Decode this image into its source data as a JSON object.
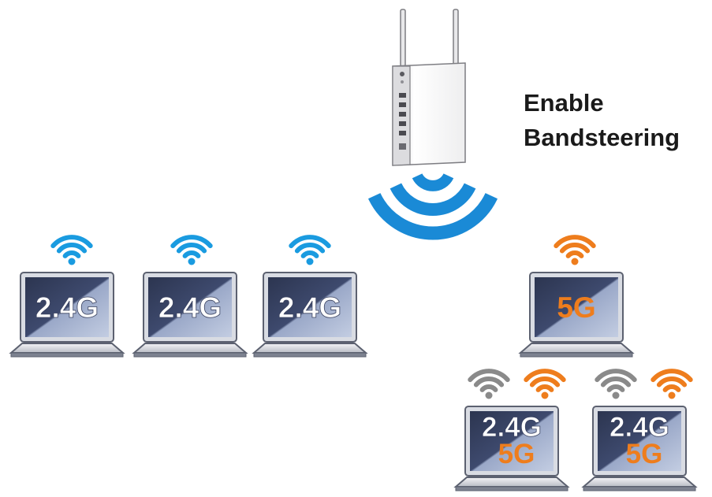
{
  "caption": {
    "line1": "Enable",
    "line2": "Bandsteering"
  },
  "colors": {
    "wifi_24": "#1a9be0",
    "wifi_5g": "#ee7d1d",
    "wifi_inactive": "#8a8a8a",
    "router_signal": "#1a8ad6",
    "label_white": "#ffffff",
    "label_5g": "#ee7d1d",
    "screen_dark": "#2c3550",
    "screen_light": "#a8b4d0"
  },
  "icons": {
    "router": "router-icon",
    "wifi": "wifi-icon",
    "laptop": "laptop-icon"
  },
  "clients": [
    {
      "id": "laptop-1",
      "labels": [
        "2.4G"
      ],
      "wifi": [
        "2.4G"
      ]
    },
    {
      "id": "laptop-2",
      "labels": [
        "2.4G"
      ],
      "wifi": [
        "2.4G"
      ]
    },
    {
      "id": "laptop-3",
      "labels": [
        "2.4G"
      ],
      "wifi": [
        "2.4G"
      ]
    },
    {
      "id": "laptop-4",
      "labels": [
        "5G"
      ],
      "wifi": [
        "5G"
      ]
    },
    {
      "id": "laptop-5",
      "labels": [
        "2.4G",
        "5G"
      ],
      "wifi": [
        "inactive",
        "5G"
      ]
    },
    {
      "id": "laptop-6",
      "labels": [
        "2.4G",
        "5G"
      ],
      "wifi": [
        "inactive",
        "5G"
      ]
    }
  ]
}
